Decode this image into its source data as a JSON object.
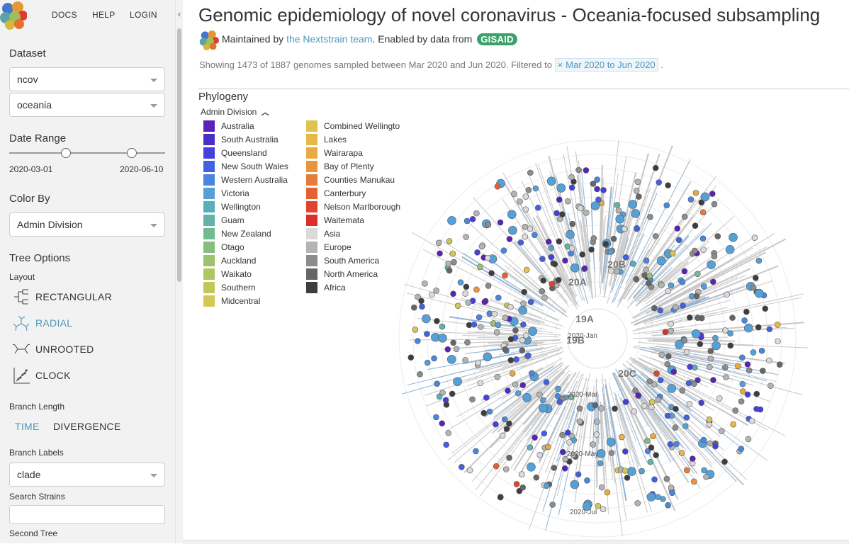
{
  "nav": {
    "docs": "DOCS",
    "help": "HELP",
    "login": "LOGIN"
  },
  "sidebar": {
    "dataset_label": "Dataset",
    "dataset_1": "ncov",
    "dataset_2": "oceania",
    "date_range_label": "Date Range",
    "date_start": "2020-03-01",
    "date_end": "2020-06-10",
    "color_by_label": "Color By",
    "color_by_value": "Admin Division",
    "tree_options_label": "Tree Options",
    "layout_label": "Layout",
    "layouts": [
      {
        "label": "RECTANGULAR",
        "active": false
      },
      {
        "label": "RADIAL",
        "active": true
      },
      {
        "label": "UNROOTED",
        "active": false
      },
      {
        "label": "CLOCK",
        "active": false
      }
    ],
    "branch_length_label": "Branch Length",
    "branch_time": "TIME",
    "branch_divergence": "DIVERGENCE",
    "branch_labels_label": "Branch Labels",
    "branch_labels_value": "clade",
    "search_strains_label": "Search Strains",
    "search_strains_value": "",
    "second_tree_label": "Second Tree"
  },
  "header": {
    "title": "Genomic epidemiology of novel coronavirus - Oceania-focused subsampling",
    "maintained_prefix": "Maintained by",
    "maintained_link": "the Nextstrain team",
    "enabled_text": ". Enabled by data from",
    "gisaid": "GISAID",
    "showing_text": "Showing 1473 of 1887 genomes sampled between Mar 2020 and Jun 2020. Filtered to",
    "filter_x": "×",
    "filter_value": "Mar 2020 to Jun 2020",
    "period": "."
  },
  "panel": {
    "title": "Phylogeny",
    "legend_title": "Admin Division"
  },
  "legend_left": [
    {
      "label": "Australia",
      "color": "#5a22b8"
    },
    {
      "label": "South Australia",
      "color": "#4a2ec8"
    },
    {
      "label": "Queensland",
      "color": "#4540dc"
    },
    {
      "label": "New South Wales",
      "color": "#4460e0"
    },
    {
      "label": "Western Australia",
      "color": "#4a86e0"
    },
    {
      "label": "Victoria",
      "color": "#56a0d8"
    },
    {
      "label": "Wellington",
      "color": "#5aaebc"
    },
    {
      "label": "Guam",
      "color": "#62b4a6"
    },
    {
      "label": "New Zealand",
      "color": "#72ba92"
    },
    {
      "label": "Otago",
      "color": "#86be7e"
    },
    {
      "label": "Auckland",
      "color": "#9cc26e"
    },
    {
      "label": "Waikato",
      "color": "#b0c660"
    },
    {
      "label": "Southern",
      "color": "#c2c856"
    },
    {
      "label": "Midcentral",
      "color": "#d2c852"
    }
  ],
  "legend_right": [
    {
      "label": "Combined Wellingto",
      "color": "#dfc34e"
    },
    {
      "label": "Lakes",
      "color": "#e6b848"
    },
    {
      "label": "Wairarapa",
      "color": "#e9a944"
    },
    {
      "label": "Bay of Plenty",
      "color": "#e9953e"
    },
    {
      "label": "Counties Manukau",
      "color": "#e67c38"
    },
    {
      "label": "Canterbury",
      "color": "#e46232"
    },
    {
      "label": "Nelson Marlborough",
      "color": "#e0442e"
    },
    {
      "label": "Waitemata",
      "color": "#dc2e2a"
    },
    {
      "label": "Asia",
      "color": "#dadada"
    },
    {
      "label": "Europe",
      "color": "#b4b4b4"
    },
    {
      "label": "South America",
      "color": "#8c8c8c"
    },
    {
      "label": "North America",
      "color": "#666666"
    },
    {
      "label": "Africa",
      "color": "#3e3e3e"
    }
  ],
  "tree": {
    "clades": [
      "20A",
      "20B",
      "19A",
      "19B",
      "20C"
    ],
    "time_labels": [
      "2020-Jan",
      "2020-Mar",
      "2020-May",
      "2020-Jul"
    ]
  }
}
